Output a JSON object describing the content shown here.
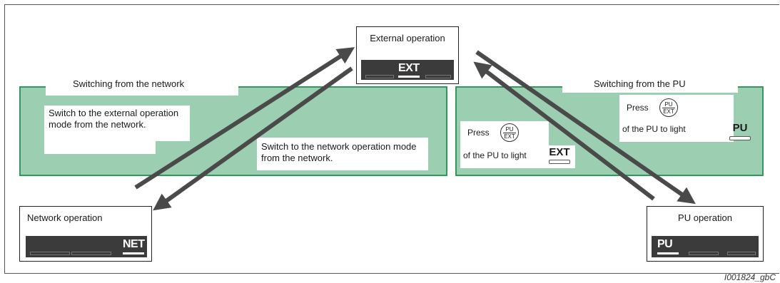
{
  "external": {
    "title": "External operation",
    "display": "EXT"
  },
  "network": {
    "title": "Network operation",
    "display": "NET"
  },
  "pu": {
    "title": "PU operation",
    "display": "PU"
  },
  "left_panel": {
    "header": "Switching from the network",
    "note1": "Switch to the external operation mode from the network.",
    "note2": "Switch to the network operation mode from the network."
  },
  "right_panel": {
    "header": "Switching from the PU",
    "press": "Press",
    "of_pu_light": "of the PU to light",
    "key_top": "PU",
    "key_bottom": "EXT",
    "lamp_ext": "EXT",
    "lamp_pu": "PU"
  },
  "colors": {
    "panel": "#9ccfb2",
    "panel_border": "#2e9a5a",
    "arrow": "#4a4a4a",
    "display": "#3b3b3b"
  },
  "caption": "I001824_gbC"
}
